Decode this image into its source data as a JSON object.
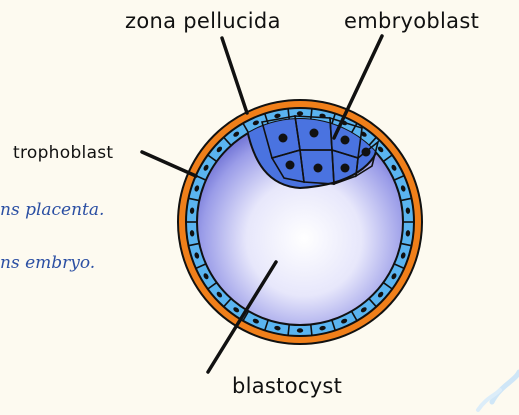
{
  "labels": {
    "zona_pellucida": "zona pellucida",
    "embryoblast": "embryoblast",
    "trophoblast": "trophoblast",
    "blastocyst": "blastocyst"
  },
  "notes": [
    "ns placenta.",
    "ns embryo."
  ],
  "colors": {
    "background": "#fdfaf0",
    "zona": "#f07f1a",
    "trophoblast_cell": "#5ab4f0",
    "embryoblast_cell": "#4a73e0",
    "nucleus": "#000000",
    "cavity_edge": "#6a6ed6",
    "note_text": "#2b4fa3"
  }
}
